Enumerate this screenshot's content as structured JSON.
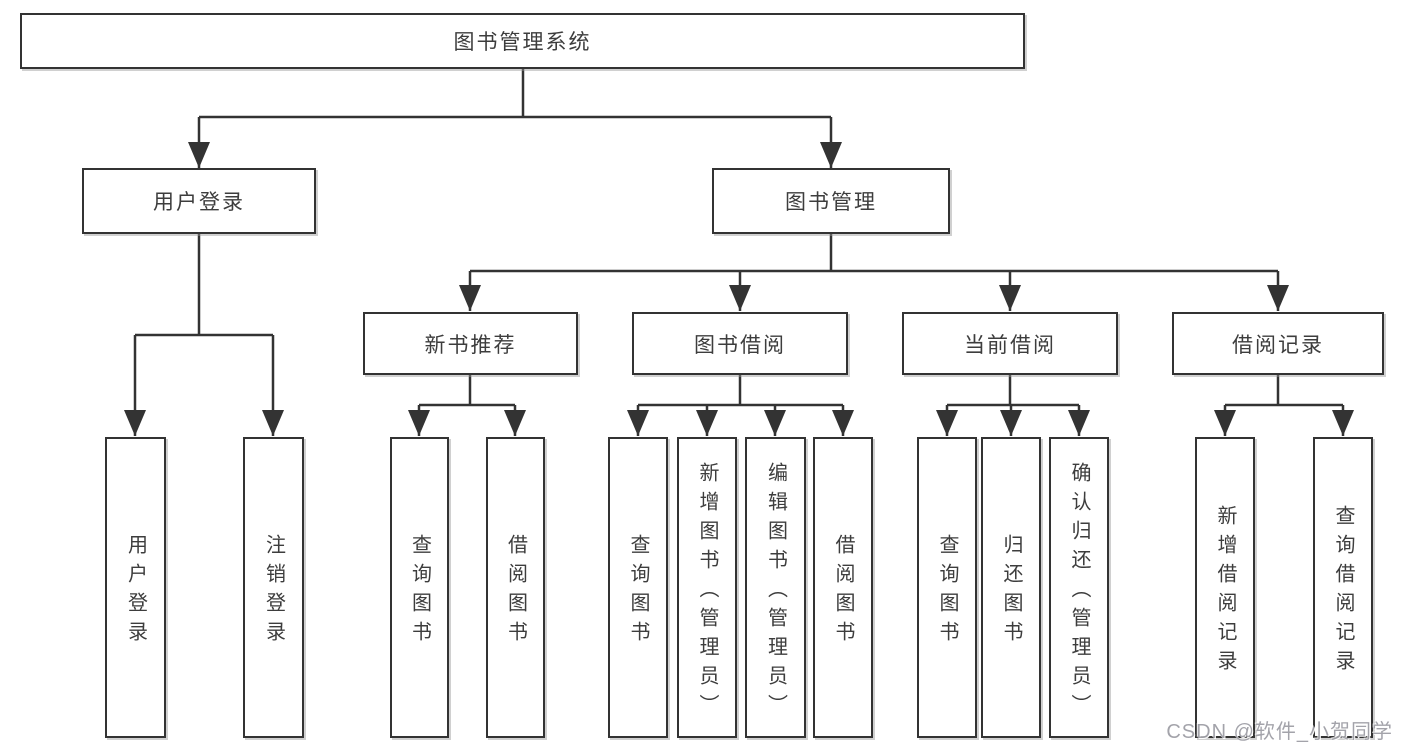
{
  "tree": {
    "label": "图书管理系统",
    "children": [
      {
        "label": "用户登录",
        "children": [
          {
            "label": "用户登录"
          },
          {
            "label": "注销登录"
          }
        ]
      },
      {
        "label": "图书管理",
        "children": [
          {
            "label": "新书推荐",
            "children": [
              {
                "label": "查询图书"
              },
              {
                "label": "借阅图书"
              }
            ]
          },
          {
            "label": "图书借阅",
            "children": [
              {
                "label": "查询图书"
              },
              {
                "label": "新增图书（管理员）"
              },
              {
                "label": "编辑图书（管理员）"
              },
              {
                "label": "借阅图书"
              }
            ]
          },
          {
            "label": "当前借阅",
            "children": [
              {
                "label": "查询图书"
              },
              {
                "label": "归还图书"
              },
              {
                "label": "确认归还（管理员）"
              }
            ]
          },
          {
            "label": "借阅记录",
            "children": [
              {
                "label": "新增借阅记录"
              },
              {
                "label": "查询借阅记录"
              }
            ]
          }
        ]
      }
    ]
  },
  "watermark": {
    "text": "CSDN @软件_小贺同学",
    "color": "#a2a2a8"
  },
  "colors": {
    "line": "#333333",
    "box_border": "#333333",
    "text": "#3d3d3d",
    "background": "#ffffff"
  }
}
